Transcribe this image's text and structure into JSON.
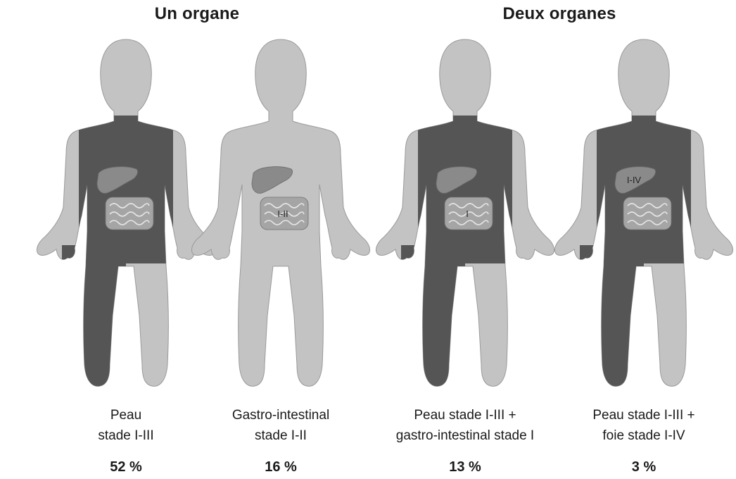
{
  "groups": [
    {
      "title": "Un organe"
    },
    {
      "title": "Deux organes"
    }
  ],
  "colors": {
    "body": "#c3c3c3",
    "skin_affected": "#555555",
    "organ": "#8a8a8a",
    "outline": "#9a9a9a"
  },
  "figures": [
    {
      "line1": "Peau",
      "line2": "stade I-III",
      "percent": "52 %",
      "skin": true,
      "gut_stage": "",
      "liver_stage": ""
    },
    {
      "line1": "Gastro-intestinal",
      "line2": "stade I-II",
      "percent": "16 %",
      "skin": false,
      "gut_stage": "I-II",
      "liver_stage": ""
    },
    {
      "line1": "Peau stade I-III +",
      "line2": "gastro-intestinal stade I",
      "percent": "13 %",
      "skin": true,
      "gut_stage": "I",
      "liver_stage": ""
    },
    {
      "line1": "Peau stade I-III +",
      "line2": "foie stade I-IV",
      "percent": "3 %",
      "skin": true,
      "gut_stage": "",
      "liver_stage": "I-IV"
    }
  ]
}
